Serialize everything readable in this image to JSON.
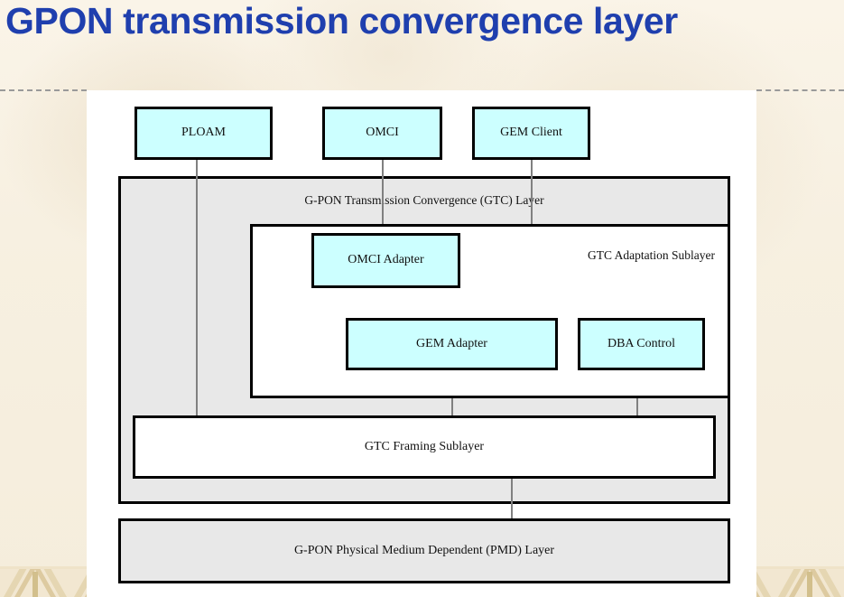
{
  "slide": {
    "title": "GPON transmission convergence layer",
    "title_color": "#1f3fae",
    "background_color": "#f7f0e1",
    "panel_color": "#ffffff"
  },
  "palette": {
    "node_fill_cyan": "#ccffff",
    "layer_fill_grey": "#e8e8e8",
    "sublayer_fill_white": "#ffffff",
    "border": "#000000",
    "connector": "#808080"
  },
  "diagram": {
    "name": "gpon-transmission-convergence-layer-stack",
    "client_boxes": [
      {
        "id": "ploam",
        "label": "PLOAM"
      },
      {
        "id": "omci",
        "label": "OMCI"
      },
      {
        "id": "gem-client",
        "label": "GEM Client"
      }
    ],
    "gtc_layer": {
      "label": "G-PON Transmission Convergence (GTC) Layer",
      "adaptation_sublayer": {
        "label": "GTC Adaptation Sublayer",
        "blocks": [
          {
            "id": "omci-adapter",
            "label": "OMCI Adapter"
          },
          {
            "id": "gem-adapter",
            "label": "GEM Adapter"
          },
          {
            "id": "dba-control",
            "label": "DBA Control"
          }
        ]
      },
      "framing_sublayer": {
        "id": "gtc-framing-sublayer",
        "label": "GTC Framing Sublayer"
      }
    },
    "pmd_layer": {
      "id": "pmd-layer",
      "label": "G-PON Physical Medium Dependent (PMD) Layer"
    },
    "connections": [
      {
        "from": "ploam",
        "to": "gtc-framing-sublayer"
      },
      {
        "from": "omci",
        "to": "omci-adapter"
      },
      {
        "from": "omci-adapter",
        "to": "gem-adapter"
      },
      {
        "from": "gem-client",
        "to": "gem-adapter"
      },
      {
        "from": "gem-adapter",
        "to": "gtc-framing-sublayer"
      },
      {
        "from": "dba-control",
        "to": "gtc-framing-sublayer"
      },
      {
        "from": "gtc-framing-sublayer",
        "to": "pmd-layer"
      }
    ]
  }
}
